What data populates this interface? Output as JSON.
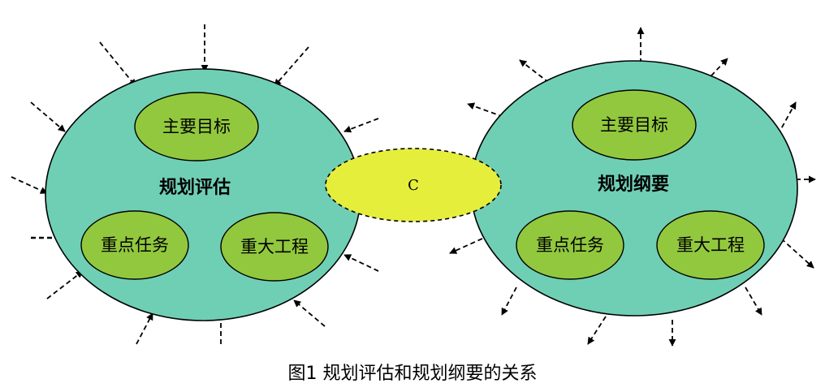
{
  "left_circle": {
    "title": "规划评估",
    "nodes": [
      "主要目标",
      "重点任务",
      "重大工程"
    ]
  },
  "right_circle": {
    "title": "规划纲要",
    "nodes": [
      "主要目标",
      "重点任务",
      "重大工程"
    ]
  },
  "center_label": "C",
  "caption": "图1  规划评估和规划纲要的关系",
  "colors": {
    "big_circle_fill": "#6fcfb5",
    "node_fill": "#92c83e",
    "center_fill": "#e6ee3c",
    "stroke": "#000000"
  }
}
